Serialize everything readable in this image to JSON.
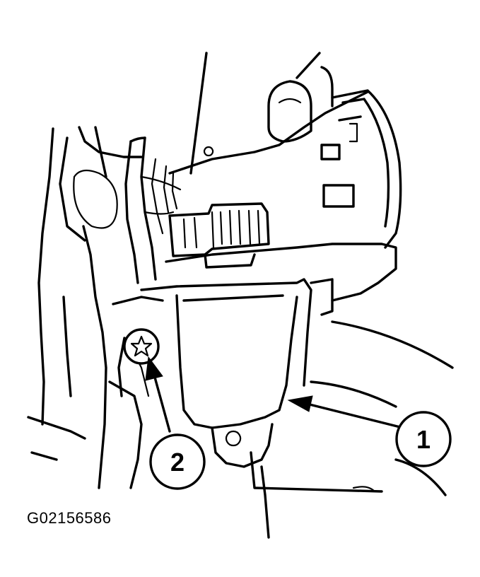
{
  "figure_id": "G02156586",
  "callouts": [
    {
      "number": "1",
      "points_to": "module"
    },
    {
      "number": "2",
      "points_to": "screw"
    }
  ]
}
